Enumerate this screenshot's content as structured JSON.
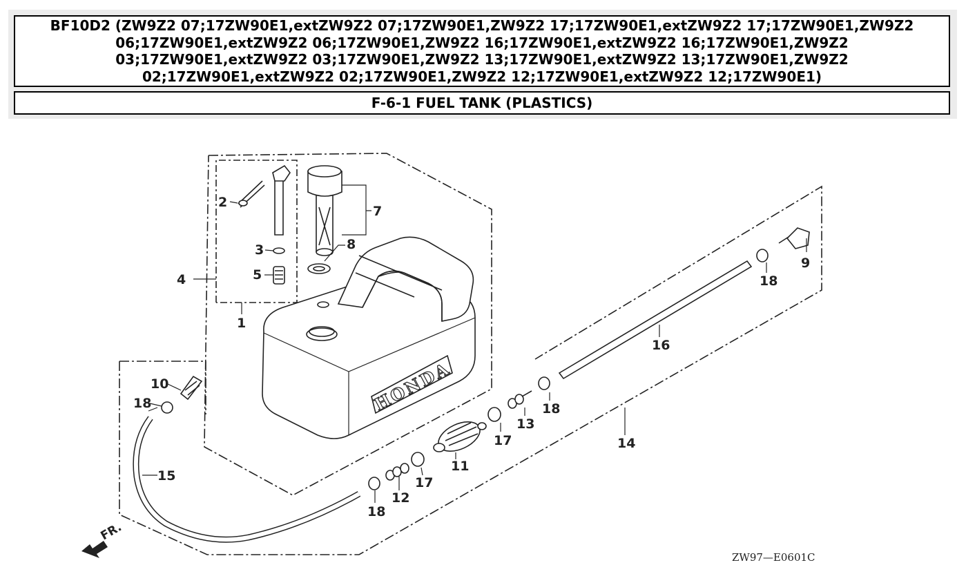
{
  "header": {
    "title": "BF10D2 (ZW9Z2 07;17ZW90E1,extZW9Z2 07;17ZW90E1,ZW9Z2 17;17ZW90E1,extZW9Z2 17;17ZW90E1,ZW9Z2 06;17ZW90E1,extZW9Z2 06;17ZW90E1,ZW9Z2 16;17ZW90E1,extZW9Z2 16;17ZW90E1,ZW9Z2 03;17ZW90E1,extZW9Z2 03;17ZW90E1,ZW9Z2 13;17ZW90E1,extZW9Z2 13;17ZW90E1,ZW9Z2 02;17ZW90E1,extZW9Z2 02;17ZW90E1,ZW9Z2 12;17ZW90E1,extZW9Z2 12;17ZW90E1)",
    "subtitle": "F-6-1 FUEL TANK (PLASTICS)"
  },
  "diagram": {
    "brand_text": "HONDA",
    "front_label": "FR.",
    "reference_code": "ZW97—E0601C",
    "callouts": {
      "c1": "1",
      "c2": "2",
      "c3": "3",
      "c4": "4",
      "c5": "5",
      "c7": "7",
      "c8": "8",
      "c9": "9",
      "c10": "10",
      "c11": "11",
      "c12": "12",
      "c13": "13",
      "c14": "14",
      "c15": "15",
      "c16": "16",
      "c17a": "17",
      "c17b": "17",
      "c18a": "18",
      "c18b": "18",
      "c18c": "18",
      "c18d": "18"
    }
  }
}
